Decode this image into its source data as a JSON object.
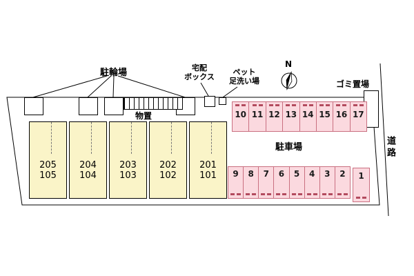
{
  "site_plan": {
    "labels": {
      "bicycle_parking": "駐輪場",
      "delivery_box": {
        "line1": "宅配",
        "line2": "ボックス"
      },
      "pet_wash": {
        "line1": "ペット",
        "line2": "足洗い場"
      },
      "storage": "物置",
      "parking_lot": "駐車場",
      "garbage": "ゴミ置場",
      "road": "道路",
      "compass_north": "N"
    },
    "parking": {
      "top_row": [
        "10",
        "11",
        "12",
        "13",
        "14",
        "15",
        "16",
        "17"
      ],
      "bottom_row": [
        "9",
        "8",
        "7",
        "6",
        "5",
        "4",
        "3",
        "2"
      ],
      "single": "1"
    },
    "units": [
      {
        "upper": "205",
        "lower": "105"
      },
      {
        "upper": "204",
        "lower": "104"
      },
      {
        "upper": "203",
        "lower": "103"
      },
      {
        "upper": "202",
        "lower": "102"
      },
      {
        "upper": "201",
        "lower": "101"
      }
    ],
    "colors": {
      "parking_fill": "#FBD9DF",
      "parking_border": "#C96F80",
      "stopper": "#B34B5E",
      "unit_fill": "#FAF4C8",
      "outline": "#000000"
    }
  }
}
